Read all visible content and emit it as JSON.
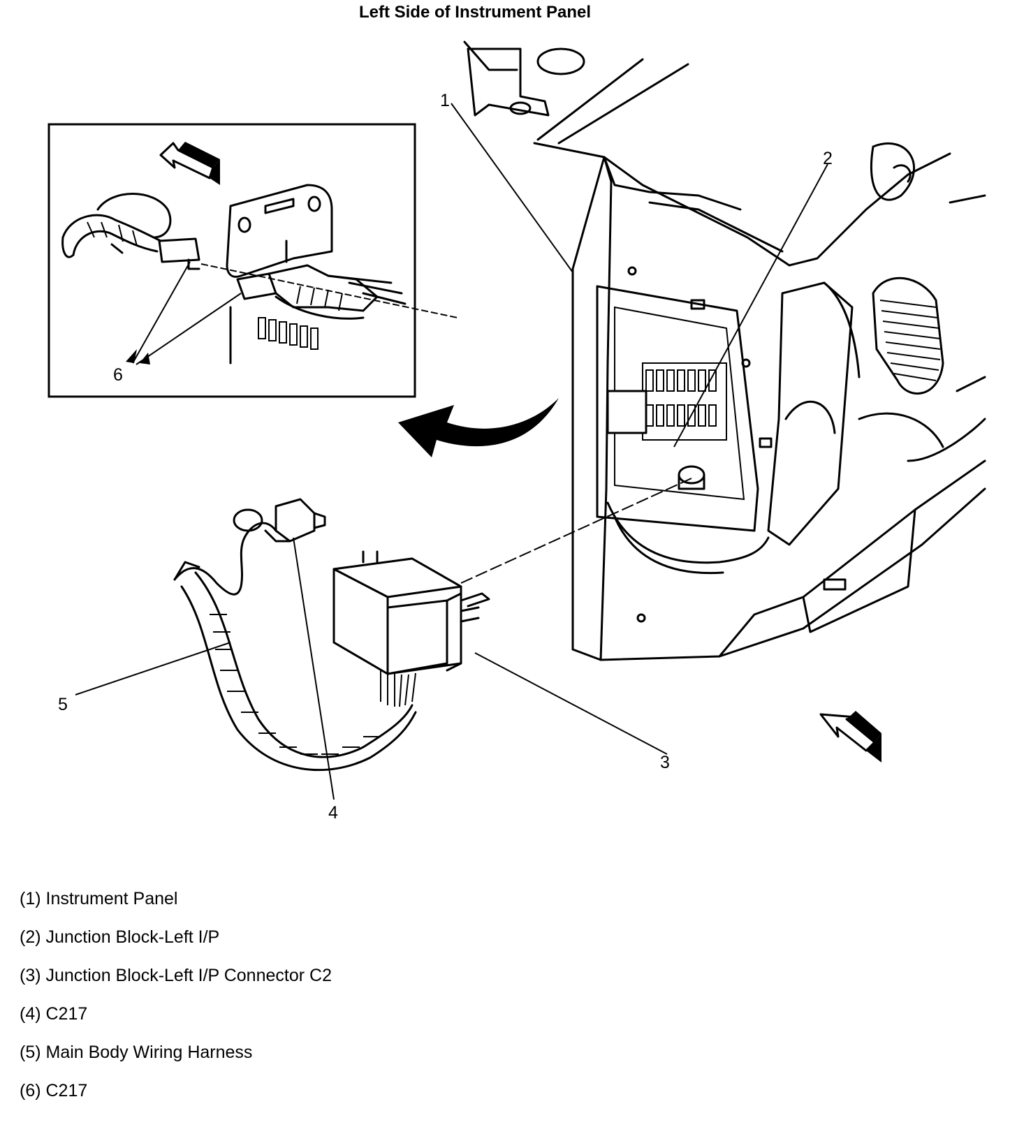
{
  "title": "Left Side of Instrument Panel",
  "callouts": [
    {
      "num": "1"
    },
    {
      "num": "2"
    },
    {
      "num": "3"
    },
    {
      "num": "4"
    },
    {
      "num": "5"
    },
    {
      "num": "6"
    }
  ],
  "legend": [
    {
      "text": "(1) Instrument Panel"
    },
    {
      "text": "(2) Junction Block-Left I/P"
    },
    {
      "text": "(3) Junction Block-Left I/P Connector C2"
    },
    {
      "text": "(4) C217"
    },
    {
      "text": "(5) Main Body Wiring Harness"
    },
    {
      "text": "(6) C217"
    }
  ]
}
